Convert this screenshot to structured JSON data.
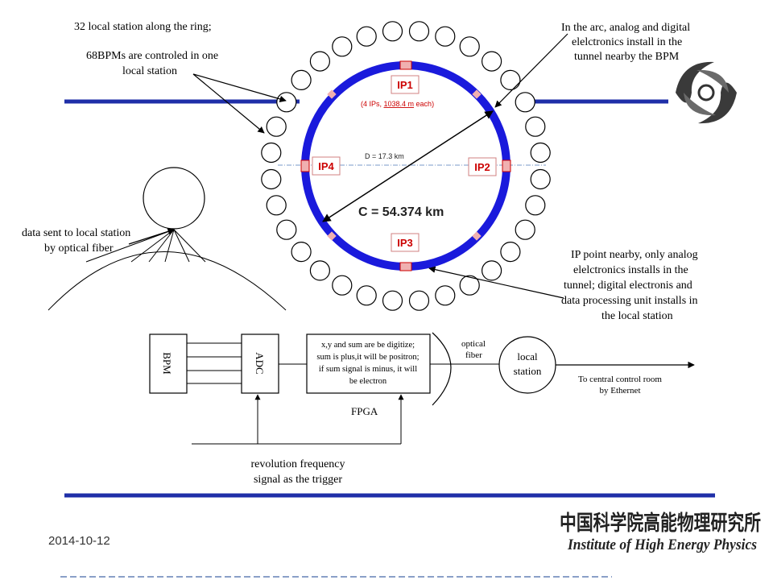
{
  "ring": {
    "label_ip1": "IP1",
    "label_ip2": "IP2",
    "label_ip3": "IP3",
    "label_ip4": "IP4",
    "ip_note_prefix": "(4 IPs, ",
    "ip_note_value": "1038.4 m",
    "ip_note_suffix": " each)",
    "diameter": "D = 17.3 km",
    "circumference": "C = 54.374 km",
    "ring_color": "#1a1adc",
    "ip_color": "#e8a0a0"
  },
  "annotations": {
    "local_stations": "32 local station along the ring;",
    "bpms_line1": "68BPMs are controled in one",
    "bpms_line2": "local station",
    "arc_line1": "In the arc, analog and digital",
    "arc_line2": "elelctronics install in the",
    "arc_line3": "tunnel nearby the BPM",
    "fiber_line1": "data sent to local station",
    "fiber_line2": "by optical fiber",
    "ip_line1": "IP point nearby, only analog",
    "ip_line2": "elelctronics installs in the",
    "ip_line3": "tunnel; digital electronis and",
    "ip_line4": "data processing unit installs in",
    "ip_line5": "the local station"
  },
  "chain": {
    "bpm": "BPM",
    "adc": "ADC",
    "fpga_line1": "x,y and sum are be digitize;",
    "fpga_line2": "sum is plus,it will be positron;",
    "fpga_line3": "if sum signal is minus, it will",
    "fpga_line4": "be electron",
    "fpga_label": "FPGA",
    "optical_line1": "optical",
    "optical_line2": "fiber",
    "local_line1": "local",
    "local_line2": "station",
    "central_line1": "To central control room",
    "central_line2": "by Ethernet",
    "trigger_line1": "revolution frequency",
    "trigger_line2": "signal as the trigger"
  },
  "footer": {
    "date": "2014-10-12",
    "institute_cn": "中国科学院高能物理研究所",
    "institute_en": "Institute of High Energy Physics",
    "bar_color": "#1f2fa8"
  }
}
